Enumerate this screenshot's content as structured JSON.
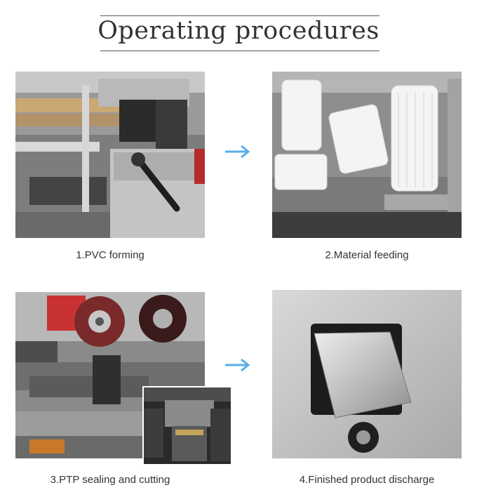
{
  "header": {
    "title": "Operating procedures"
  },
  "steps": [
    {
      "label": "1.PVC forming",
      "photo": "pvc-forming-machine-photo"
    },
    {
      "label": "2.Material feeding",
      "photo": "material-feeding-brushes-photo"
    },
    {
      "label": "3.PTP sealing and cutting",
      "photo": "ptp-sealing-cutting-station-photo"
    },
    {
      "label": "4.Finished product discharge",
      "photo": "finished-product-discharge-chute-photo"
    }
  ],
  "colors": {
    "arrow": "#5aaee8",
    "rule": "#555555",
    "text": "#333333"
  },
  "icons": {
    "flow_arrow": "right-arrow-icon"
  }
}
